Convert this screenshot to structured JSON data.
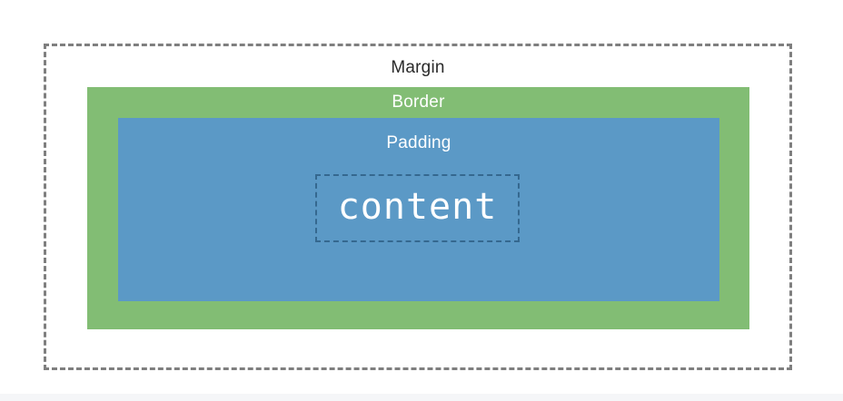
{
  "diagram": {
    "title": "css-box-model",
    "margin_label": "Margin",
    "border_label": "Border",
    "padding_label": "Padding",
    "content_label": "content",
    "colors": {
      "margin_dash": "#7f7f7f",
      "margin_text": "#2a2a2a",
      "border_fill": "#82bd74",
      "padding_fill": "#5b99c6",
      "content_dash": "#35688f",
      "light_text": "#ffffff",
      "strip_fill": "#f5f6f8"
    }
  }
}
